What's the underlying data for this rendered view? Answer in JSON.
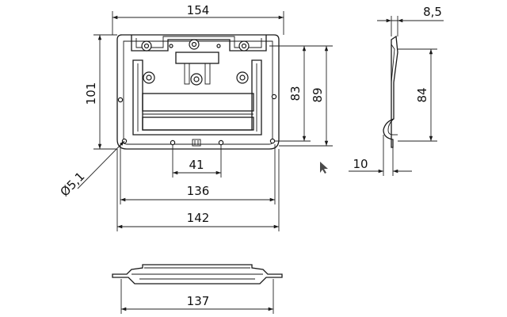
{
  "dimensions": {
    "top_width": "154",
    "left_height": "101",
    "inner_height": "83",
    "outer_height": "89",
    "hole_diameter": "Ø5,1",
    "hole_spacing": "41",
    "hole_pitch": "136",
    "base_width": "142",
    "side_top": "8,5",
    "side_height": "84",
    "side_depth": "10",
    "bottom_width": "137"
  },
  "colors": {
    "line": "#1a1a1a",
    "background": "#ffffff",
    "cursor": "#4a4a4a"
  }
}
